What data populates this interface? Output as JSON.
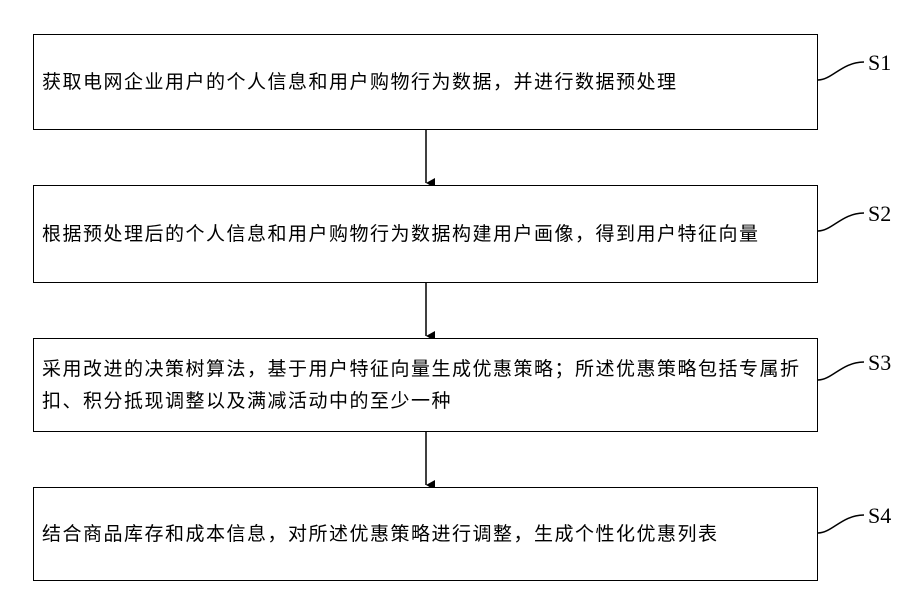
{
  "steps": [
    {
      "id": "S1",
      "text": "获取电网企业用户的个人信息和用户购物行为数据，并进行数据预处理"
    },
    {
      "id": "S2",
      "text": "根据预处理后的个人信息和用户购物行为数据构建用户画像，得到用户特征向量"
    },
    {
      "id": "S3",
      "text": "采用改进的决策树算法，基于用户特征向量生成优惠策略；所述优惠策略包括专属折扣、积分抵现调整以及满减活动中的至少一种"
    },
    {
      "id": "S4",
      "text": "结合商品库存和成本信息，对所述优惠策略进行调整，生成个性化优惠列表"
    }
  ]
}
